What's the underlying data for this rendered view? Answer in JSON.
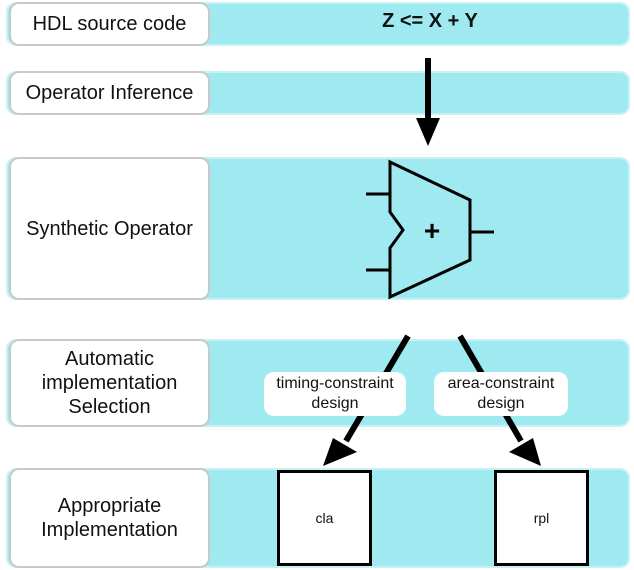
{
  "rows": {
    "hdl": "HDL source code",
    "inference": "Operator Inference",
    "synthetic": "Synthetic Operator",
    "selection": [
      "Automatic",
      "implementation",
      "Selection"
    ],
    "appropriate": [
      "Appropriate",
      "Implementation"
    ]
  },
  "expression": "Z <= X + Y",
  "operator_symbol": "+",
  "constraints": {
    "timing": [
      "timing-constraint",
      "design"
    ],
    "area": [
      "area-constraint",
      "design"
    ]
  },
  "implementations": {
    "left": "cla",
    "right": "rpl"
  },
  "colors": {
    "band": "#9eeaf0",
    "band_border": "#c4f2f6",
    "box_border": "#c9c9c9",
    "stroke": "#000000"
  },
  "icons": [
    "arrow-down-icon",
    "adder-operator-icon"
  ]
}
